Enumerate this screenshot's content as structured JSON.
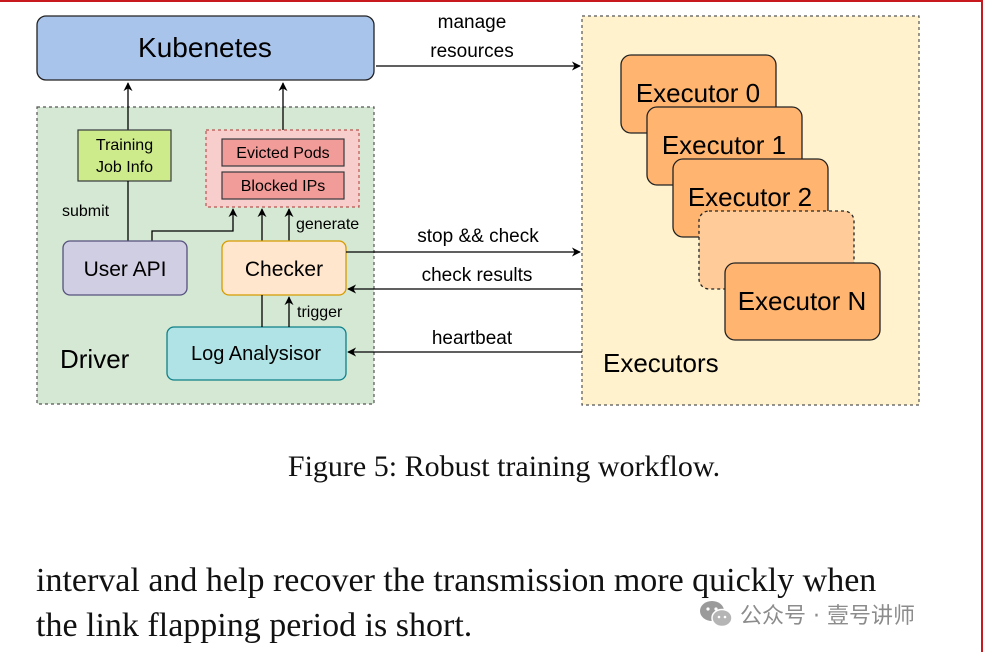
{
  "diagram": {
    "kubernetes": "Kubenetes",
    "manage_line1": "manage",
    "manage_line2": "resources",
    "training_line1": "Training",
    "training_line2": "Job Info",
    "evicted_pods": "Evicted Pods",
    "blocked_ips": "Blocked IPs",
    "submit": "submit",
    "generate": "generate",
    "user_api": "User API",
    "checker": "Checker",
    "trigger": "trigger",
    "log_analysisor": "Log Analysisor",
    "driver": "Driver",
    "stop_check": "stop && check",
    "check_results": "check results",
    "heartbeat": "heartbeat",
    "executor_0": "Executor 0",
    "executor_1": "Executor 1",
    "executor_2": "Executor 2",
    "executor_n": "Executor N",
    "executors": "Executors"
  },
  "caption": "Figure 5: Robust training workflow.",
  "body_lines": [
    "interval and help recover the transmission more quickly when",
    "the link flapping period is short."
  ],
  "watermark": "公众号 · 壹号讲师",
  "colors": {
    "kubernetes_fill": "#a9c4eb",
    "driver_fill": "#d5e8d4",
    "executors_fill": "#fff2cc",
    "executor_fill": "#ffb570",
    "training_fill": "#cdeb8b",
    "pods_fill": "#f8cecc",
    "evicted_fill": "#f19c99",
    "user_api_fill": "#d0cee2",
    "checker_fill": "#ffe6cc",
    "log_fill": "#b0e3e6",
    "frame": "#c8191e"
  }
}
